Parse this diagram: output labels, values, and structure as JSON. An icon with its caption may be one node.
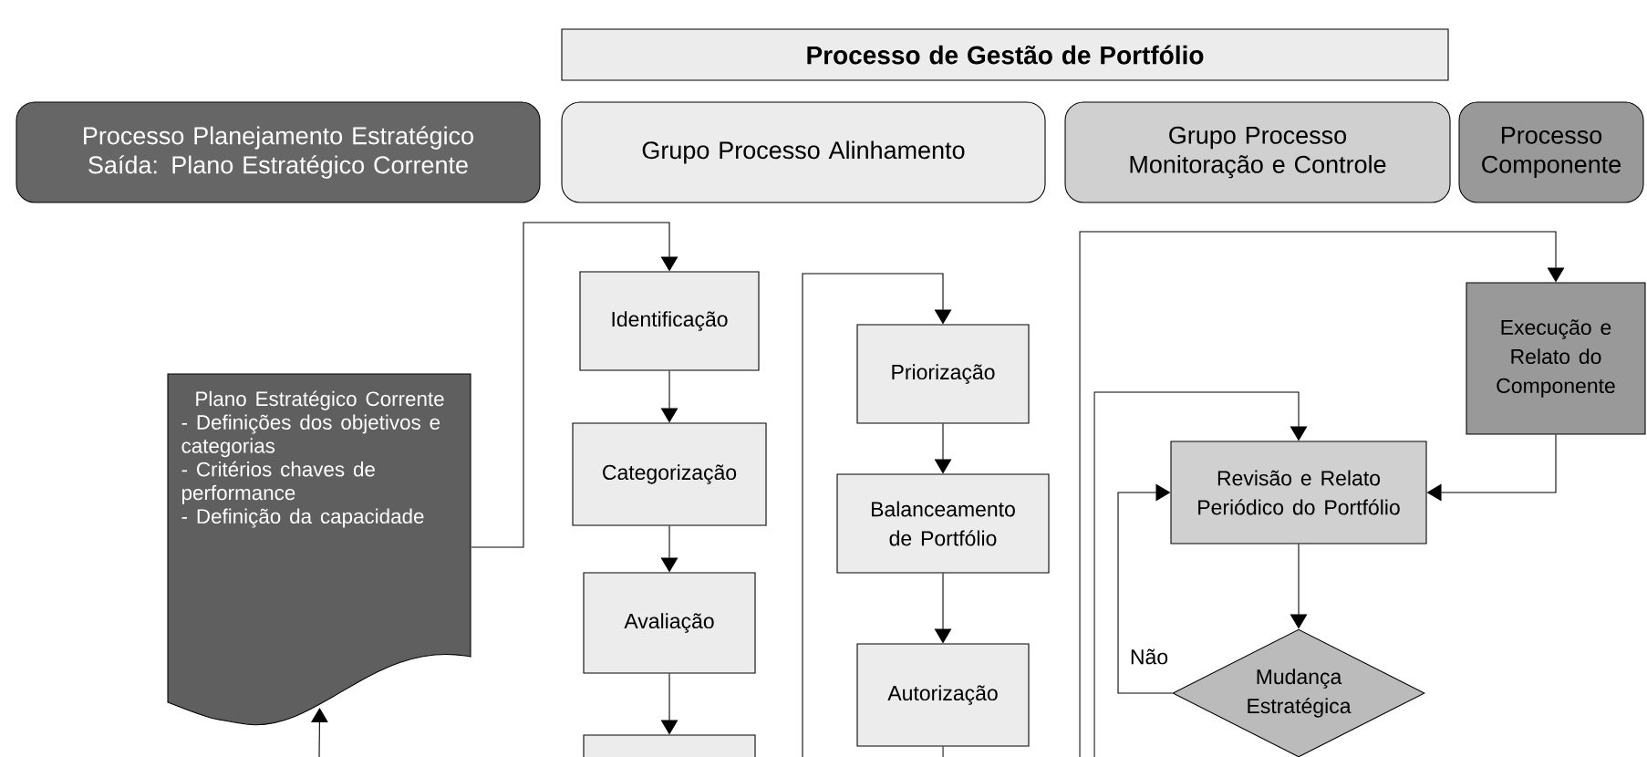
{
  "diagram": {
    "nodes": [
      {
        "text": [
          "Processo de Gestão de Portfólio"
        ]
      },
      {
        "text": [
          "Processo Planejamento Estratégico",
          "Saída: Plano Estratégico Corrente"
        ]
      },
      {
        "text": [
          "Grupo Processo Alinhamento"
        ]
      },
      {
        "text": [
          "Grupo Processo Monitoração e Controle"
        ]
      },
      {
        "text": [
          "Processo Componente"
        ]
      },
      {
        "text": [
          "Plano Estratégico Corrente",
          "- Definições dos objetivos e categorias",
          "- Critérios chaves de performance",
          "- Definição da capacidade"
        ]
      },
      {
        "text": [
          "Identificação"
        ]
      },
      {
        "text": [
          "Categorização"
        ]
      },
      {
        "text": [
          "Avaliação"
        ]
      },
      {
        "text": [],
        "shape": "box"
      },
      {
        "text": [
          "Priorização"
        ]
      },
      {
        "text": [
          "Balanceamento de Portfólio"
        ]
      },
      {
        "text": [
          "Autorização"
        ]
      },
      {
        "text": [
          "Execução e Relato do Componente"
        ]
      },
      {
        "text": [
          "Revisão e Relato Periódico do Portfólio"
        ]
      },
      {
        "text": [
          "Mudança Estratégica"
        ]
      }
    ],
    "edges": [
      {
        "from": 5,
        "to": 6,
        "arrow": "to"
      },
      {
        "from": 6,
        "to": 7,
        "arrow": "to"
      },
      {
        "from": 7,
        "to": 8,
        "arrow": "to"
      },
      {
        "from": 8,
        "to": 9,
        "arrow": "to"
      },
      {
        "from": null,
        "to": 5,
        "arrow": "to"
      },
      {
        "from": null,
        "to": 10,
        "arrow": "to"
      },
      {
        "from": 10,
        "to": 11,
        "arrow": "to"
      },
      {
        "from": 11,
        "to": 12,
        "arrow": "to"
      },
      {
        "from": 12,
        "to": null,
        "arrow": "none"
      },
      {
        "from": null,
        "to": 13,
        "arrow": "to"
      },
      {
        "from": 13,
        "to": 14,
        "arrow": "to"
      },
      {
        "from": null,
        "to": 14,
        "arrow": "to"
      },
      {
        "from": 15,
        "to": 14,
        "arrow": "to",
        "label": "Não"
      },
      {
        "from": 14,
        "to": 15,
        "arrow": "to"
      }
    ]
  }
}
